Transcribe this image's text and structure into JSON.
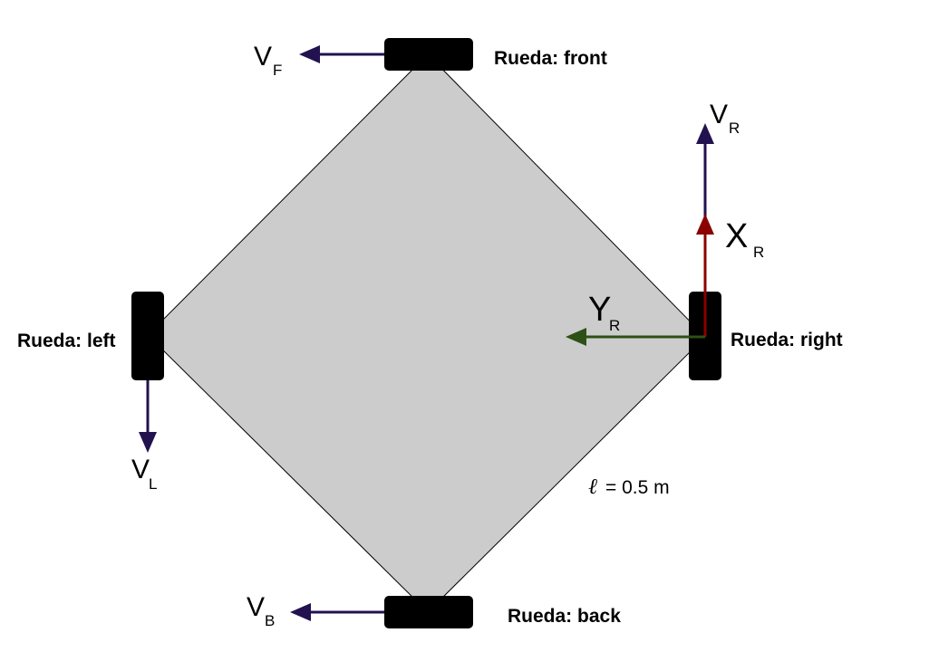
{
  "colors": {
    "body_fill": "#cccccc",
    "wheel": "#000000",
    "velocity_arrow": "#22124f",
    "x_axis_arrow": "#8b0000",
    "y_axis_arrow": "#2d5016"
  },
  "wheels": {
    "front": {
      "label": "Rueda: front",
      "velocity": {
        "main": "V",
        "sub": "F"
      }
    },
    "right": {
      "label": "Rueda: right",
      "velocity": {
        "main": "V",
        "sub": "R"
      }
    },
    "left": {
      "label": "Rueda: left",
      "velocity": {
        "main": "V",
        "sub": "L"
      }
    },
    "back": {
      "label": "Rueda: back",
      "velocity": {
        "main": "V",
        "sub": "B"
      }
    }
  },
  "axes": {
    "x": {
      "main": "X",
      "sub": "R"
    },
    "y": {
      "main": "Y",
      "sub": "R"
    }
  },
  "dimension": {
    "symbol": "ℓ",
    "value": "= 0.5 m"
  }
}
